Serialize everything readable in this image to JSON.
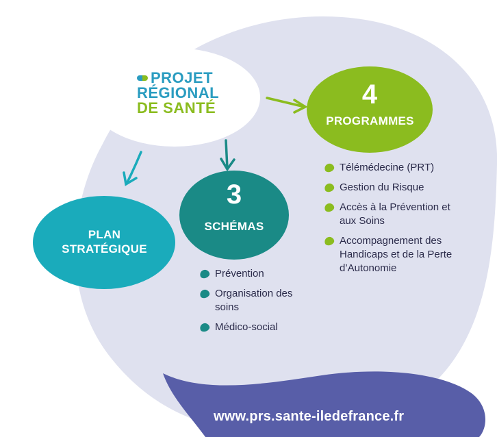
{
  "logo": {
    "line1": "PROJET",
    "line2": "RÉGIONAL",
    "line3": "DE SANTÉ"
  },
  "plan": {
    "line1": "PLAN",
    "line2": "STRATÉGIQUE"
  },
  "schemas": {
    "number": "3",
    "title": "SCHÉMAS",
    "items": [
      "Prévention",
      "Organisation des soins",
      "Médico-social"
    ]
  },
  "programmes": {
    "number": "4",
    "title": "PROGRAMMES",
    "items": [
      "Télémédecine (PRT)",
      "Gestion du Risque",
      "Accès à la Prévention et aux Soins",
      "Accompagnement des Handicaps et de la Perte d’Autonomie"
    ]
  },
  "footer": {
    "url": "www.prs.sante-iledefrance.fr"
  },
  "colors": {
    "lavender_bg": "#dfe1ef",
    "teal": "#1aabbb",
    "dark_teal": "#1a8a86",
    "green": "#8bbc1f",
    "navy": "#585ea8",
    "text": "#2b2b4a"
  }
}
